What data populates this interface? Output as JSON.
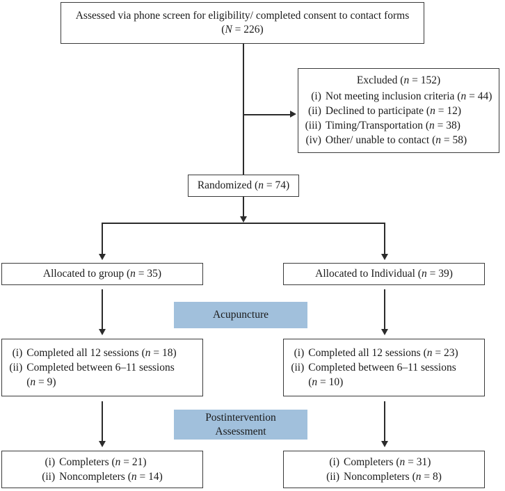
{
  "diagram": {
    "title": "CONSORT participant flow diagram",
    "accent_color": "#a1c0dc",
    "line_color": "#2b2b2b",
    "box_border_color": "#3a3a3a",
    "background_color": "#ffffff"
  },
  "assessed": {
    "line1": "Assessed via phone screen for eligibility/ completed consent to contact forms",
    "line2_prefix": "(",
    "line2_var": "N",
    "line2_value": " = 226)"
  },
  "excluded": {
    "heading_prefix": "Excluded (",
    "heading_var": "n",
    "heading_value": " = 152)",
    "items": [
      {
        "marker": "(i)",
        "text": "Not meeting inclusion criteria (",
        "var": "n",
        "value": " = 44)"
      },
      {
        "marker": "(ii)",
        "text": "Declined to participate (",
        "var": "n",
        "value": " = 12)"
      },
      {
        "marker": "(iii)",
        "text": "Timing/Transportation (",
        "var": "n",
        "value": " = 38)"
      },
      {
        "marker": "(iv)",
        "text": "Other/ unable to contact (",
        "var": "n",
        "value": " = 58)"
      }
    ]
  },
  "randomized": {
    "prefix": "Randomized (",
    "var": "n",
    "value": " = 74)"
  },
  "allocation": {
    "left": {
      "prefix": "Allocated to group (",
      "var": "n",
      "value": " = 35)"
    },
    "right": {
      "prefix": "Allocated to Individual (",
      "var": "n",
      "value": " = 39)"
    }
  },
  "banner_acupuncture": {
    "line1": "Acupuncture"
  },
  "banner_postintervention": {
    "line1": "Postintervention",
    "line2": "Assessment"
  },
  "sessions_left": {
    "items": [
      {
        "marker": "(i)",
        "text": "Completed all 12 sessions (",
        "var": "n",
        "value": " = 18)"
      },
      {
        "marker": "(ii)",
        "text": "Completed between 6–11 sessions",
        "var": "",
        "value": ""
      }
    ],
    "wrap_prefix": "(",
    "wrap_var": "n",
    "wrap_value": " = 9)"
  },
  "sessions_right": {
    "items": [
      {
        "marker": "(i)",
        "text": "Completed all 12 sessions (",
        "var": "n",
        "value": " = 23)"
      },
      {
        "marker": "(ii)",
        "text": "Completed between 6–11 sessions",
        "var": "",
        "value": ""
      }
    ],
    "wrap_prefix": "(",
    "wrap_var": "n",
    "wrap_value": " = 10)"
  },
  "outcome_left": {
    "items": [
      {
        "marker": "(i)",
        "text": "Completers (",
        "var": "n",
        "value": " = 21)"
      },
      {
        "marker": "(ii)",
        "text": "Noncompleters (",
        "var": "n",
        "value": " = 14)"
      }
    ]
  },
  "outcome_right": {
    "items": [
      {
        "marker": "(i)",
        "text": "Completers (",
        "var": "n",
        "value": " = 31)"
      },
      {
        "marker": "(ii)",
        "text": "Noncompleters (",
        "var": "n",
        "value": " = 8)"
      }
    ]
  }
}
